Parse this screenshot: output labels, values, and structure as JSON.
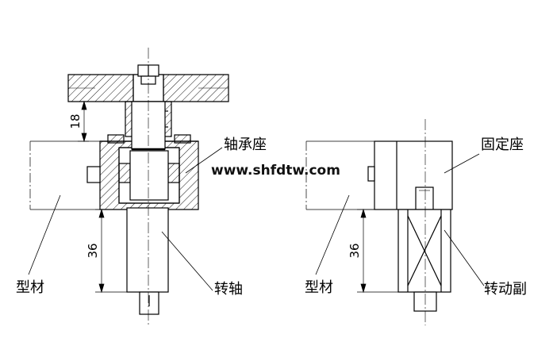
{
  "labels": {
    "bearing_seat": "轴承座",
    "profile_left": "型材",
    "shaft": "转轴",
    "fixed_seat": "固定座",
    "profile_right": "型材",
    "rotary_pair": "转动副"
  },
  "dimensions": {
    "upper_left": "18",
    "lower_left": "36",
    "lower_right": "36"
  },
  "watermark": "www.shfdtw.com",
  "colors": {
    "line": "#000000",
    "background": "#ffffff"
  }
}
